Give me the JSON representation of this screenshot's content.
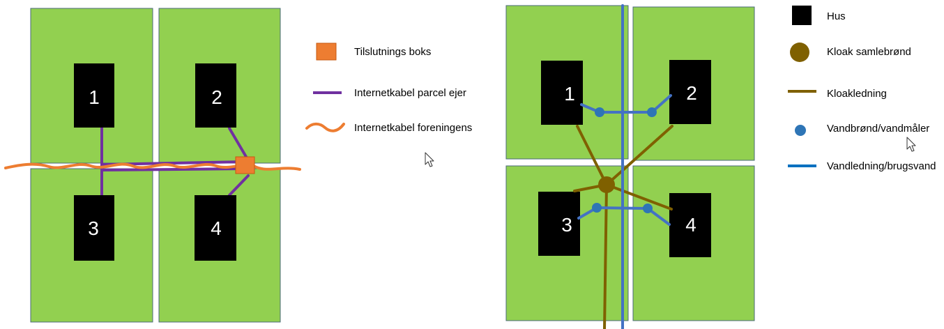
{
  "colors": {
    "plot": "#92d050",
    "plot_border": "#4a6a7a",
    "house": "#000000",
    "house_label": "#ffffff",
    "owner_cable": "#7030a0",
    "association_cable": "#ed7d31",
    "connection_box": "#ed7d31",
    "sewer": "#7f6000",
    "water": "#4472c4",
    "water_node": "#2e75b6"
  },
  "left_diagram": {
    "houses": [
      {
        "label": "1"
      },
      {
        "label": "2"
      },
      {
        "label": "3"
      },
      {
        "label": "4"
      }
    ],
    "legend": [
      {
        "symbol": "orange-square",
        "text": "Tilslutnings boks"
      },
      {
        "symbol": "purple-line",
        "text": "Internetkabel parcel ejer"
      },
      {
        "symbol": "orange-wave",
        "text": "Internetkabel foreningens"
      }
    ]
  },
  "right_diagram": {
    "houses": [
      {
        "label": "1"
      },
      {
        "label": "2"
      },
      {
        "label": "3"
      },
      {
        "label": "4"
      }
    ],
    "legend": [
      {
        "symbol": "black-square",
        "text": "Hus"
      },
      {
        "symbol": "brown-circle",
        "text": "Kloak samlebrønd"
      },
      {
        "symbol": "brown-line",
        "text": "Kloakledning"
      },
      {
        "symbol": "blue-dot",
        "text": "Vandbrønd/vandmåler"
      },
      {
        "symbol": "blue-line",
        "text": "Vandledning/brugsvand"
      }
    ]
  },
  "cursors": [
    {
      "icon": "mouse-pointer-icon"
    },
    {
      "icon": "mouse-pointer-icon"
    }
  ]
}
